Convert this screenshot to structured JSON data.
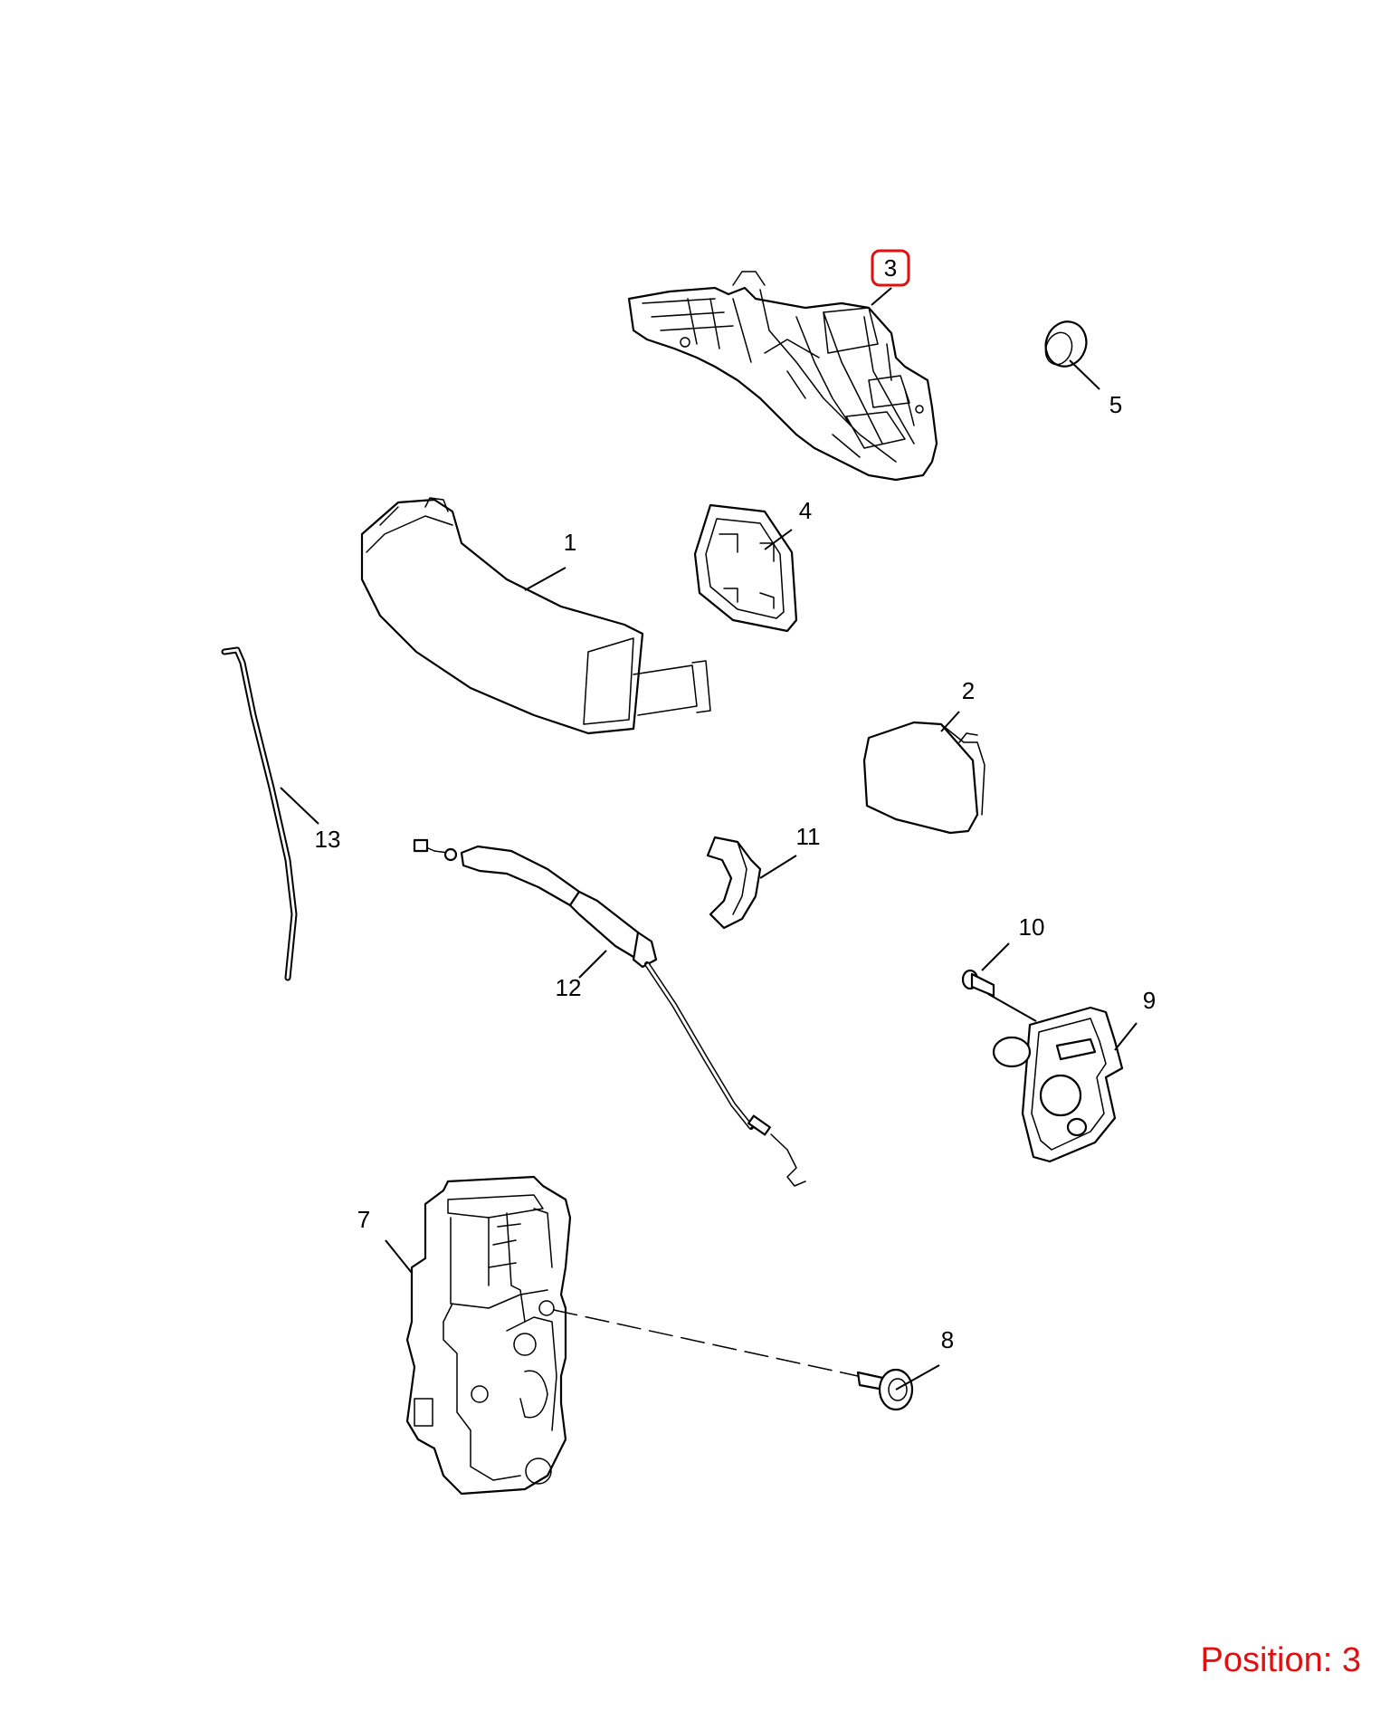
{
  "callouts": [
    {
      "id": "1",
      "label": "1"
    },
    {
      "id": "2",
      "label": "2"
    },
    {
      "id": "3",
      "label": "3",
      "highlighted": true
    },
    {
      "id": "4",
      "label": "4"
    },
    {
      "id": "5",
      "label": "5"
    },
    {
      "id": "7",
      "label": "7"
    },
    {
      "id": "8",
      "label": "8"
    },
    {
      "id": "9",
      "label": "9"
    },
    {
      "id": "10",
      "label": "10"
    },
    {
      "id": "11",
      "label": "11"
    },
    {
      "id": "12",
      "label": "12"
    },
    {
      "id": "13",
      "label": "13"
    }
  ],
  "position_text": "Position: 3",
  "colors": {
    "highlight": "#e01010",
    "line": "#000000",
    "background": "#ffffff"
  }
}
